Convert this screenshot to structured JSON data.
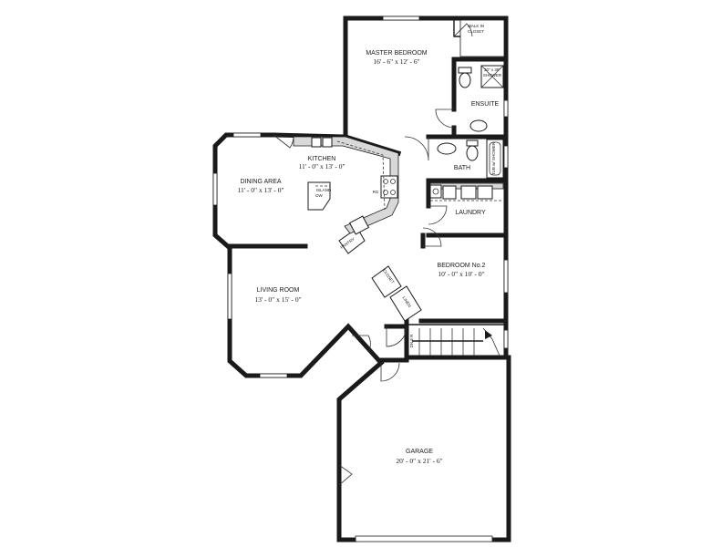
{
  "rooms": {
    "master_bedroom": {
      "name": "MASTER BEDROOM",
      "dims": "16' - 6\" x 12' - 6\""
    },
    "walk_in_closet": {
      "name": "WALK IN",
      "name2": "CLOSET"
    },
    "ensuite": {
      "name": "ENSUITE"
    },
    "shower_small": {
      "name": "30\" x 36\"",
      "name2": "SHOWER"
    },
    "kitchen": {
      "name": "KITCHEN",
      "dims": "11' - 0\" x 13' - 0\""
    },
    "dining": {
      "name": "DINING AREA",
      "dims": "11' - 0\" x 13' - 0\""
    },
    "island": {
      "name": "ISLAND",
      "dw": "DW"
    },
    "bath": {
      "name": "BATH",
      "tub": "TUB w/ SHOWER"
    },
    "laundry": {
      "name": "LAUNDRY"
    },
    "bedroom2": {
      "name": "BEDROOM No.2",
      "dims": "10' - 0\" x 10' - 0\""
    },
    "living": {
      "name": "LIVING ROOM",
      "dims": "13' - 0\" x 15' - 0\""
    },
    "garage": {
      "name": "GARAGE",
      "dims": "20' - 0\" x 21' - 6\""
    }
  },
  "labels": {
    "refrigerator": "RG",
    "pantry": "PANTRY",
    "closet": "CLOSET",
    "linen": "LINEN",
    "stair": "DN 6 R"
  }
}
